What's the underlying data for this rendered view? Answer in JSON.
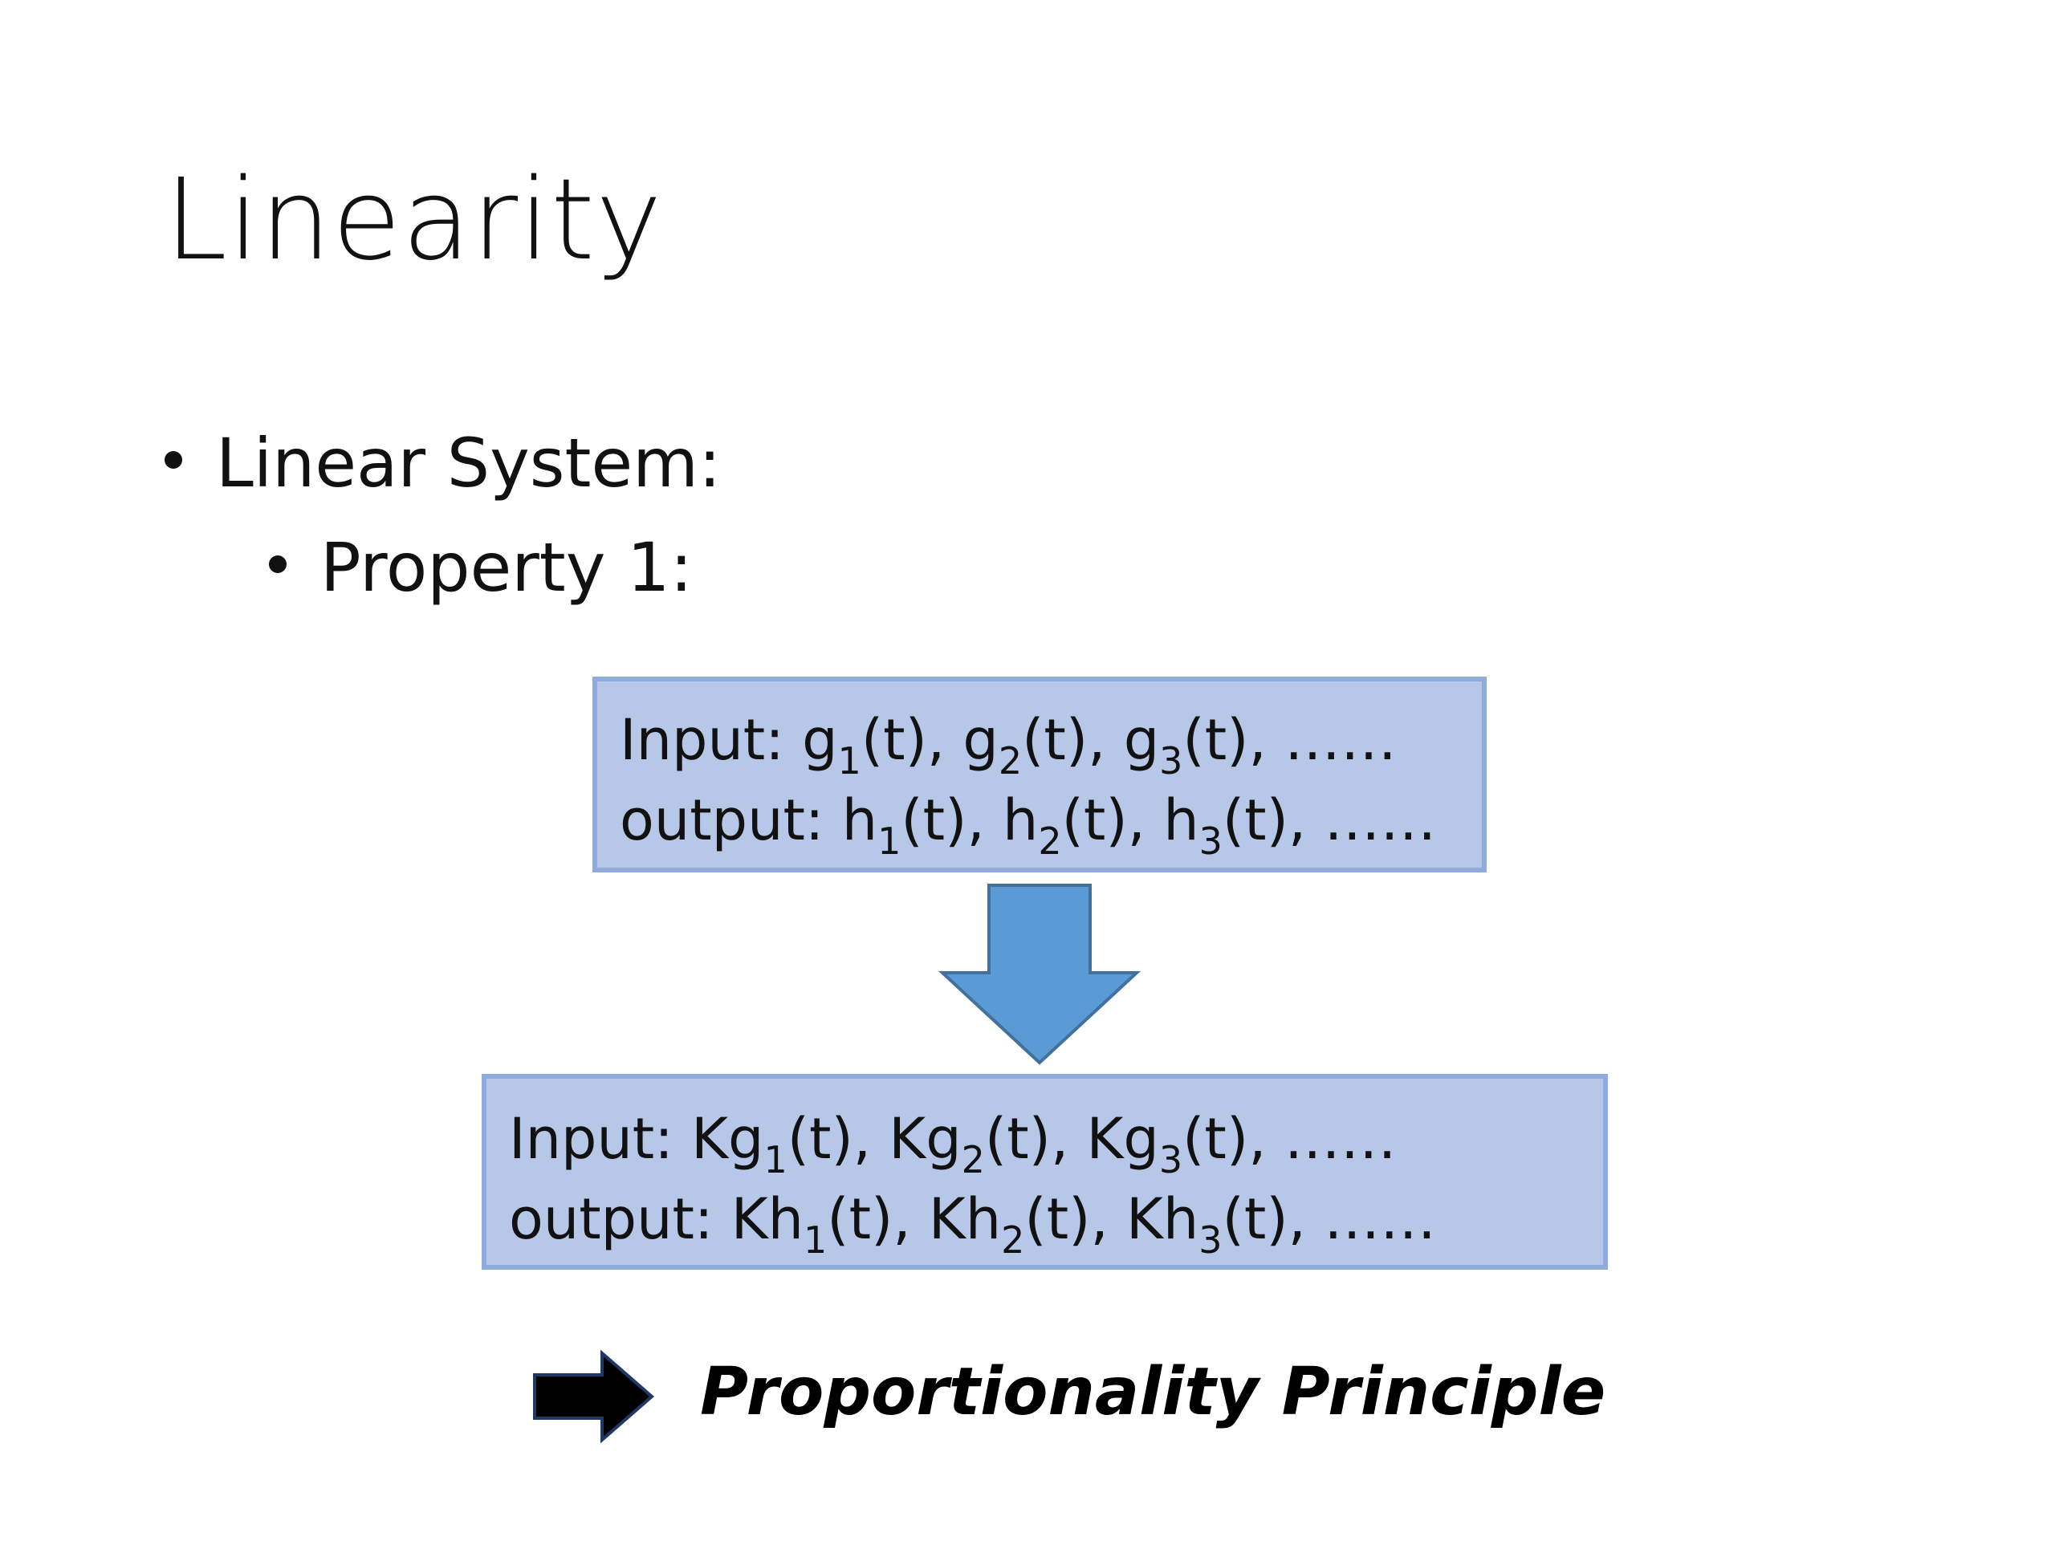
{
  "slide": {
    "title": "Linearity",
    "bullets": [
      {
        "text": "Linear System:"
      },
      {
        "text": "Property 1:"
      }
    ],
    "box_top": {
      "input_label": "Input: ",
      "input_terms": [
        "g",
        "1",
        "(t), ",
        "g",
        "2",
        "(t), ",
        "g",
        "3",
        "(t), ……"
      ],
      "output_label": "output: ",
      "output_terms": [
        "h",
        "1",
        "(t), ",
        "h",
        "2",
        "(t), ",
        "h",
        "3",
        "(t), ……"
      ]
    },
    "box_bottom": {
      "input_label": "Input: ",
      "input_terms": [
        "Kg",
        "1",
        "(t), ",
        "Kg",
        "2",
        "(t), ",
        "Kg",
        "3",
        "(t), ……"
      ],
      "output_label": "output: ",
      "output_terms": [
        "Kh",
        "1",
        "(t), ",
        "Kh",
        "2",
        "(t), ",
        "Kh",
        "3",
        "(t), ……"
      ]
    },
    "conclusion": "Proportionality Principle"
  },
  "colors": {
    "box_fill": "#b7c7e8",
    "box_border": "#8faadc",
    "down_arrow_fill": "#5b9bd5",
    "down_arrow_stroke": "#41719c",
    "right_arrow_fill": "#000000",
    "right_arrow_stroke": "#203864"
  },
  "icons": {
    "down_arrow": "down-arrow-icon",
    "right_arrow": "right-arrow-icon"
  }
}
